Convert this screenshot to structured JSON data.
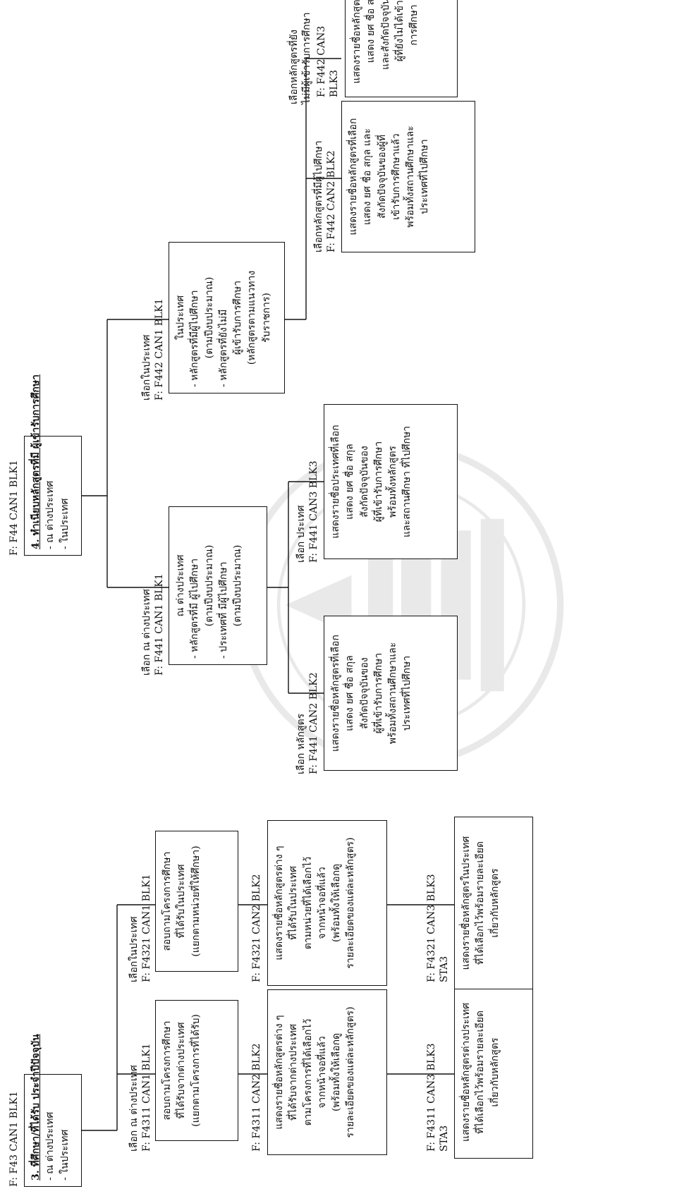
{
  "nodes": {
    "f43": {
      "label": "F: F43 CAN1 BLK1",
      "title": "3. ที่ศึกษา/ที่ได้รับ ประจำปีปัจจุบัน",
      "items": [
        "- ณ ต่างประเทศ",
        "- ในประเทศ"
      ]
    },
    "f44": {
      "label": "F: F44 CAN1 BLK1",
      "title": "4. ทำเนียบหลักสูตรที่มี ผู้เข้ารับการศึกษา",
      "items": [
        "- ณ ต่างประเทศ",
        "- ในประเทศ"
      ]
    },
    "f4311_blk1": {
      "label_top": "เลือก ณ ต่างประเทศ",
      "label": "F: F4311 CAN1 BLK1",
      "lines": [
        "สอบถามโครงการศึกษา",
        "ที่ได้รับจากต่างประเทศ",
        "(แยกตามโครงการที่ได้รับ)"
      ]
    },
    "f4311_blk2": {
      "label": "F: F4311 CAN2 BLK2",
      "lines": [
        "แสดงรายชื่อหลักสูตรต่าง ๆ",
        "ที่ได้รับจากต่างประเทศ",
        "ตามโครงการที่ได้เลือกไว้",
        "จากหน้าจอที่แล้ว",
        "(พร้อมทั้งให้เลือกดู",
        "รายละเอียดของแต่ละหลักสูตร)"
      ]
    },
    "f4311_blk3": {
      "label": "F: F4311 CAN3 BLK3",
      "label2": "STA3",
      "lines": [
        "แสดงรายชื่อหลักสูตรต่างประเทศ",
        "ที่ได้เลือกไว้พร้อมรายละเอียด",
        "เกี่ยวกับหลักสูตร"
      ]
    },
    "f4321_blk1": {
      "label_top": "เลือกในประเทศ",
      "label": "F: F4321 CAN1 BLK1",
      "lines": [
        "สอบถามโครงการศึกษา",
        "ที่ได้รับในประเทศ",
        "(แยกตามหน่วยที่ให้ศึกษา)"
      ]
    },
    "f4321_blk2": {
      "label": "F: F4321 CAN2 BLK2",
      "lines": [
        "แสดงรายชื่อหลักสูตรต่าง ๆ",
        "ที่ได้รับในประเทศ",
        "ตามหน่วยที่ได้เลือกไว้",
        "จากหน้าจอที่แล้ว",
        "(พร้อมทั้งให้เลือกดู",
        "รายละเอียดของแต่ละหลักสูตร)"
      ]
    },
    "f4321_blk3": {
      "label": "F: F4321 CAN3 BLK3",
      "label2": "STA3",
      "lines": [
        "แสดงรายชื่อหลักสูตรในประเทศ",
        "ที่ได้เลือกไว้พร้อมรายละเอียด",
        "เกี่ยวกับหลักสูตร"
      ]
    },
    "f441_blk1": {
      "label_top": "เลือก ณ ต่างประเทศ",
      "label": "F: F441 CAN1 BLK1",
      "lines": [
        "ณ ต่างประเทศ",
        "- หลักสูตรที่มี ผู้ไปศึกษา",
        "(ตามปีงบประมาณ)",
        "- ประเทศที่ มีผู้ไปศึกษา",
        "(ตามปีงบประมาณ)"
      ]
    },
    "f441_blk2": {
      "label_top": "เลือก  หลักสูตร",
      "label": "F: F441 CAN2 BLK2",
      "lines": [
        "แสดงรายชื่อหลักสูตรที่เลือก",
        "แสดง ยศ ชื่อ สกุล",
        "สังกัดปัจจุบันของ",
        "ผู้ที่เข้ารับการศึกษา",
        "พร้อมทั้งสถานศึกษาและ",
        "ประเทศที่ไปศึกษา"
      ]
    },
    "f441_blk3": {
      "label_top": "เลือก  ประเทศ",
      "label": "F: F441 CAN3 BLK3",
      "lines": [
        "แสดงรายชื่อประเทศที่เลือก",
        "แสดง ยศ ชื่อ สกุล",
        "สังกัดปัจจุบันของ",
        "ผู้ที่เข้ารับการศึกษา",
        "พร้อมทั้งหลักสูตร",
        "และสถานศึกษา ที่ไปศึกษา"
      ]
    },
    "f442_blk1": {
      "label_top": "เลือกในประเทศ",
      "label": "F: F442 CAN1 BLK1",
      "lines": [
        "ในประเทศ",
        "- หลักสูตรที่มีผู้ไปศึกษา",
        "(ตามปีงบประมาณ)",
        "- หลักสูตรที่ยังไม่มี",
        "ผู้เข้ารับการศึกษา",
        "(หลักสูตรตามแนวทาง",
        "รับราชการ)"
      ]
    },
    "f442_blk2": {
      "label_top": "เลือกหลักสูตรที่มีผู้ไปศึกษา",
      "label": "F: F442 CAN2 BLK2",
      "lines": [
        "แสดงรายชื่อหลักสูตรที่เลือก",
        "แสดง ยศ ชื่อ สกุล และ",
        "สังกัดปัจจุบันของผู้ที่",
        "เข้ารับการศึกษาแล้ว",
        "พร้อมทั้งสถานศึกษาและ",
        "ประเทศที่ไปศึกษา"
      ]
    },
    "f442_blk3": {
      "label_top": "เลือกหลักสูตรที่ยัง",
      "label_top2": "ไม่มีผู้เข้ารับการศึกษา",
      "label": "F: F442 CAN3",
      "label2": "BLK3",
      "lines": [
        "แสดงรายชื่อหลักสูตรที่เลือก",
        "แสดง ยศ ชื่อ สกุล",
        "และสังกัดปัจจุบันของ",
        "ผู้ที่ยังไม่ได้เข้ารับ",
        "การศึกษา"
      ]
    }
  }
}
